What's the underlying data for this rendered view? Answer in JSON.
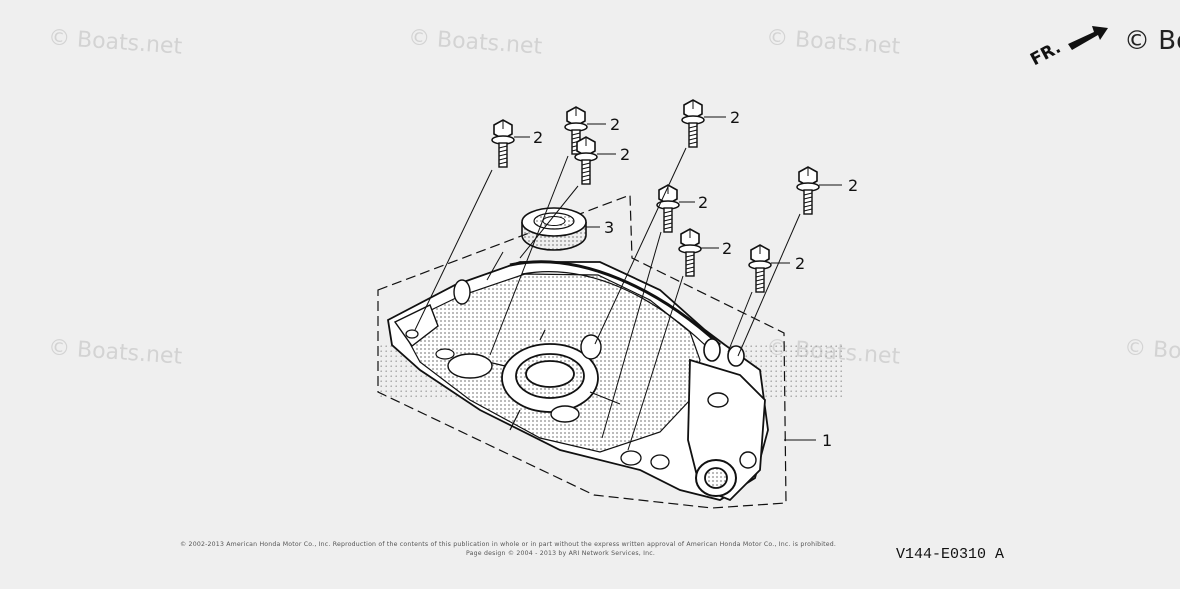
{
  "watermarks": [
    "© Boats.net",
    "© Boats.net",
    "© Boats.net",
    "© Boats.net",
    "© Boats.net",
    "© Boats.net"
  ],
  "brand_corner": "© Bo",
  "direction_label": "FR.",
  "callouts": {
    "bolt": "2",
    "oil_seal": "3",
    "case_cover": "1"
  },
  "copyright_lines": [
    "© 2002-2013 American Honda Motor Co., Inc. Reproduction of the contents of this publication in whole or in part without the express written approval of American Honda Motor Co., Inc. is prohibited.",
    "Page design © 2004 - 2013 by ARI Network Services, Inc."
  ],
  "diagram_code": "V144-E0310 A"
}
